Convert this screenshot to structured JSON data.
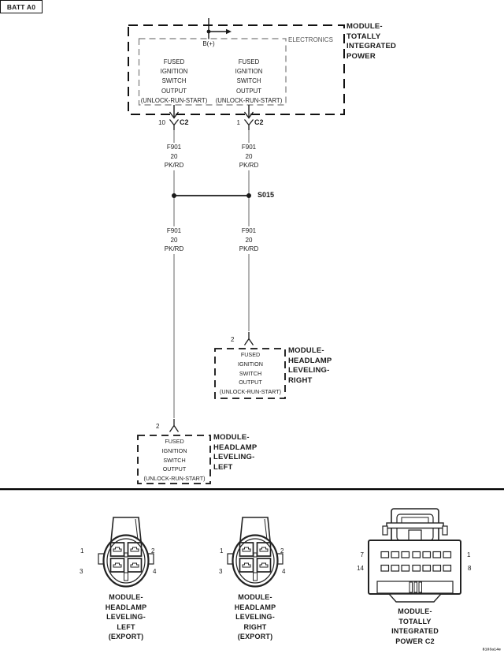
{
  "schematic": {
    "battery": "BATT A0",
    "b_plus": "B(+)",
    "electronics_label": "ELECTRONICS",
    "tipm_module_label": [
      "MODULE-",
      "TOTALLY",
      "INTEGRATED",
      "POWER"
    ],
    "fused_output_block": [
      "FUSED",
      "IGNITION",
      "SWITCH",
      "OUTPUT",
      "(UNLOCK-RUN-START)"
    ],
    "top_connector": {
      "left_pin": "10",
      "right_pin": "1",
      "connector": "C2"
    },
    "wire_label": [
      "F901",
      "20",
      "PK/RD"
    ],
    "splice_label": "S015",
    "headlamp_right": {
      "pin": "2",
      "label": [
        "MODULE-",
        "HEADLAMP",
        "LEVELING-",
        "RIGHT"
      ]
    },
    "headlamp_left": {
      "pin": "2",
      "label": [
        "MODULE-",
        "HEADLAMP",
        "LEVELING-",
        "LEFT"
      ]
    }
  },
  "pinouts": {
    "left": {
      "pins": [
        "1",
        "2",
        "3",
        "4"
      ],
      "label": [
        "MODULE-",
        "HEADLAMP",
        "LEVELING-",
        "LEFT",
        "(EXPORT)"
      ]
    },
    "right": {
      "pins": [
        "1",
        "2",
        "3",
        "4"
      ],
      "label": [
        "MODULE-",
        "HEADLAMP",
        "LEVELING-",
        "RIGHT",
        "(EXPORT)"
      ]
    },
    "tipm": {
      "pins": {
        "top_left": "7",
        "bottom_left": "14",
        "top_right": "1",
        "bottom_right": "8"
      },
      "label": [
        "MODULE-",
        "TOTALLY",
        "INTEGRATED",
        "POWER C2"
      ]
    }
  },
  "sheet_code": "8103a14e",
  "colors": {
    "wire": "#999999",
    "line": "#1a1a1a",
    "inner_box": "#7a7a7a",
    "background": "#ffffff"
  }
}
